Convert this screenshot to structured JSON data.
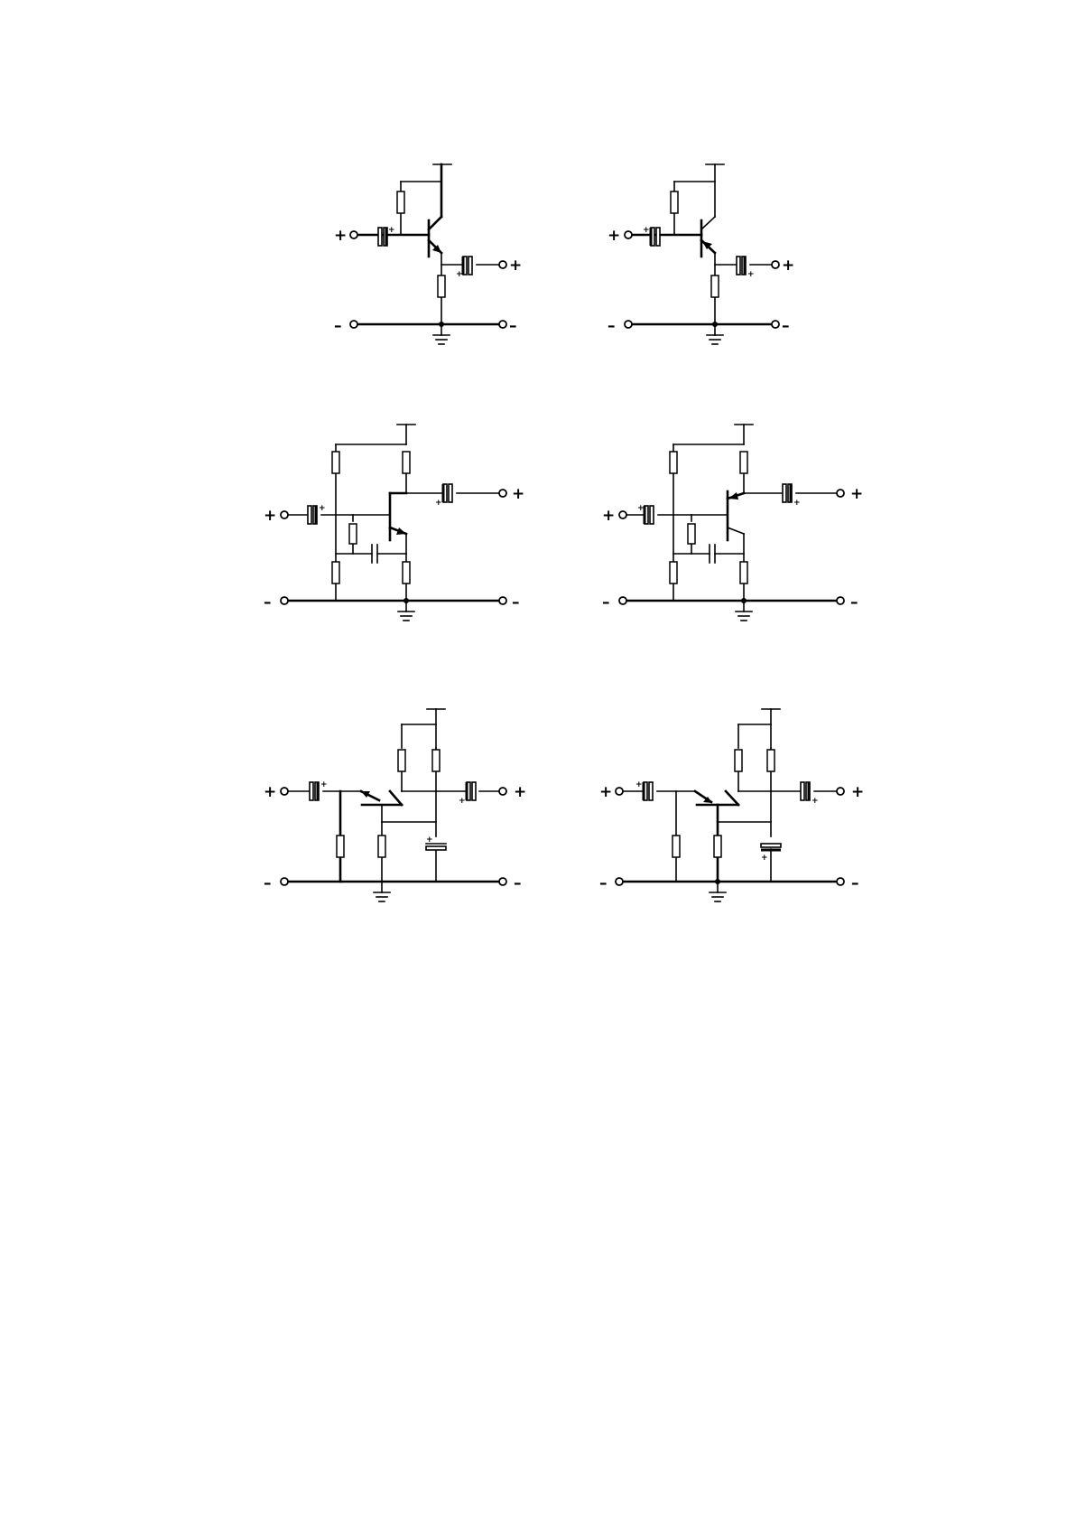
{
  "figure": {
    "terminal_labels": {
      "plus": "+",
      "minus": "–"
    },
    "cap_polarity_mark": "+",
    "circuits": [
      {
        "id": "cc-npn",
        "transistor": "npn",
        "configuration": "common-collector"
      },
      {
        "id": "cc-pnp",
        "transistor": "pnp",
        "configuration": "common-collector"
      },
      {
        "id": "ce-npn",
        "transistor": "npn",
        "configuration": "common-emitter"
      },
      {
        "id": "ce-pnp",
        "transistor": "pnp",
        "configuration": "common-emitter"
      },
      {
        "id": "cb-npn",
        "transistor": "npn",
        "configuration": "common-base"
      },
      {
        "id": "cb-pnp",
        "transistor": "pnp",
        "configuration": "common-base"
      }
    ]
  },
  "colors": {
    "ink": "#000000",
    "paper": "#ffffff"
  }
}
